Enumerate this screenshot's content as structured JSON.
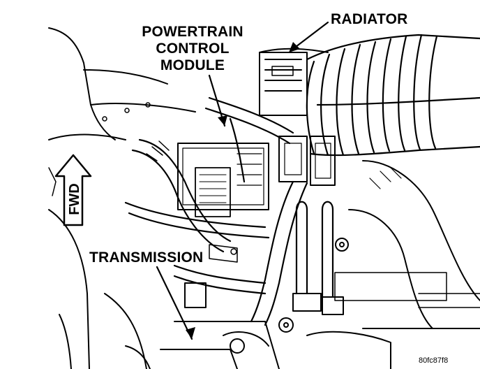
{
  "labels": {
    "pcm_line1": "POWERTRAIN",
    "pcm_line2": "CONTROL",
    "pcm_line3": "MODULE",
    "radiator": "RADIATOR",
    "transmission": "TRANSMISSION",
    "fwd": "FWD",
    "figure_ref": "80fc87f8"
  },
  "colors": {
    "ink": "#000000",
    "paper": "#ffffff"
  }
}
